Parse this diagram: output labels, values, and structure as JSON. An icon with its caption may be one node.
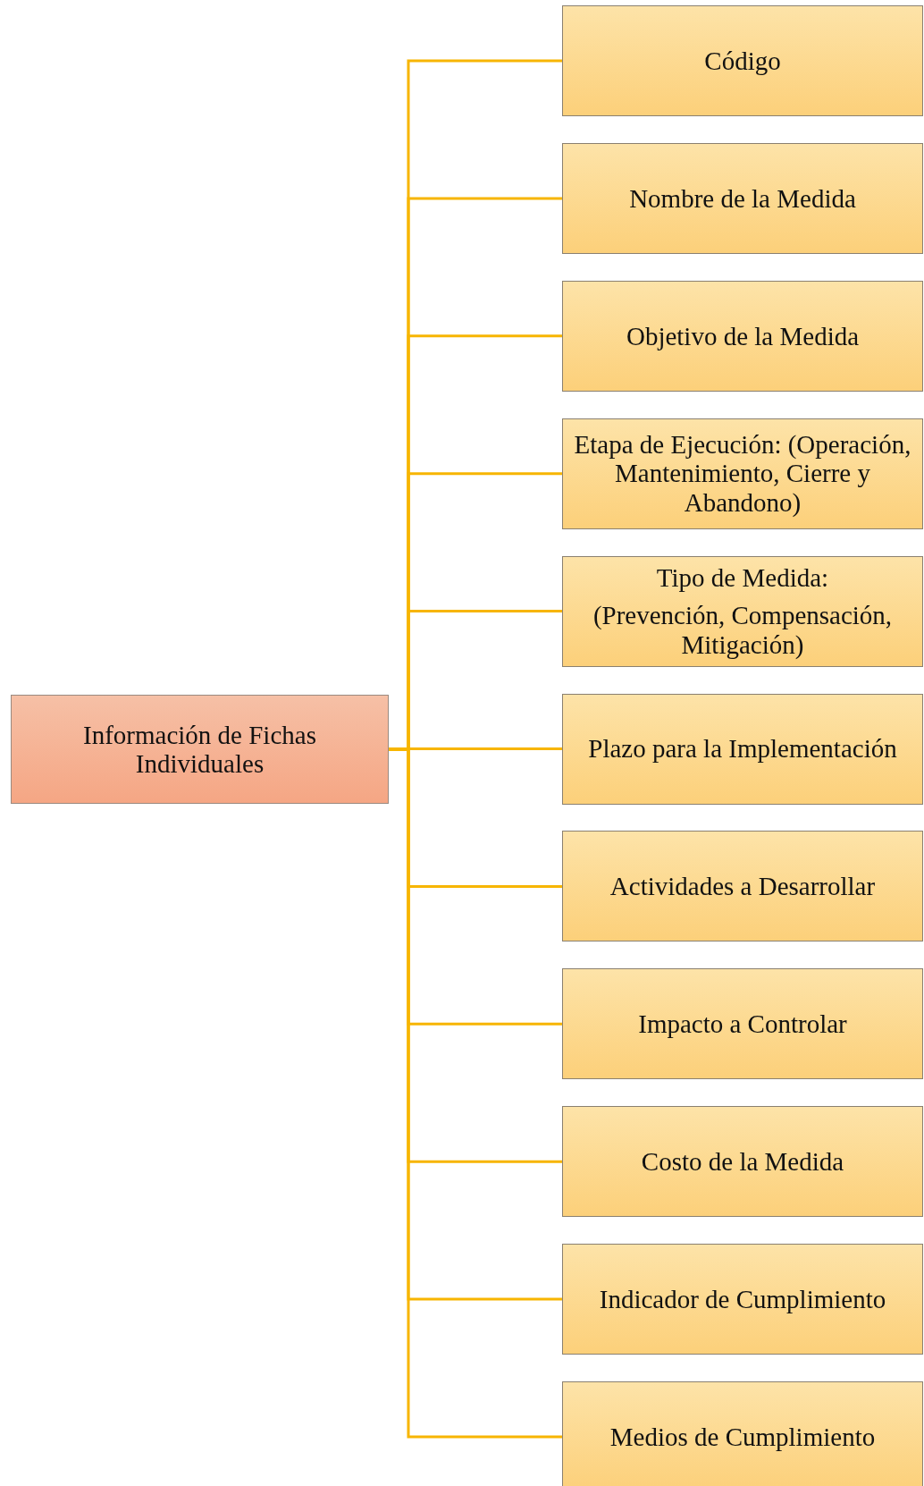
{
  "diagram": {
    "nodes": [
      {
        "text": [
          "Información de Fichas Individuales"
        ]
      },
      {
        "text": [
          "Código"
        ]
      },
      {
        "text": [
          "Nombre de la Medida"
        ]
      },
      {
        "text": [
          "Objetivo de la Medida"
        ]
      },
      {
        "text": [
          "Etapa de Ejecución: (Operación, Mantenimiento, Cierre y Abandono)"
        ]
      },
      {
        "text": [
          "Tipo de Medida:",
          "(Prevención, Compensación, Mitigación)"
        ]
      },
      {
        "text": [
          "Plazo para la Implementación"
        ]
      },
      {
        "text": [
          "Actividades a Desarrollar"
        ]
      },
      {
        "text": [
          "Impacto a Controlar"
        ]
      },
      {
        "text": [
          "Costo de la Medida"
        ]
      },
      {
        "text": [
          "Indicador de Cumplimiento"
        ]
      },
      {
        "text": [
          "Medios de Cumplimiento"
        ]
      }
    ],
    "edges": [
      {
        "from": 0,
        "to": 1,
        "arrow": "none"
      },
      {
        "from": 0,
        "to": 2,
        "arrow": "none"
      },
      {
        "from": 0,
        "to": 3,
        "arrow": "none"
      },
      {
        "from": 0,
        "to": 4,
        "arrow": "none"
      },
      {
        "from": 0,
        "to": 5,
        "arrow": "none"
      },
      {
        "from": 0,
        "to": 6,
        "arrow": "none"
      },
      {
        "from": 0,
        "to": 7,
        "arrow": "none"
      },
      {
        "from": 0,
        "to": 8,
        "arrow": "none"
      },
      {
        "from": 0,
        "to": 9,
        "arrow": "none"
      },
      {
        "from": 0,
        "to": 10,
        "arrow": "none"
      },
      {
        "from": 0,
        "to": 11,
        "arrow": "none"
      }
    ]
  }
}
